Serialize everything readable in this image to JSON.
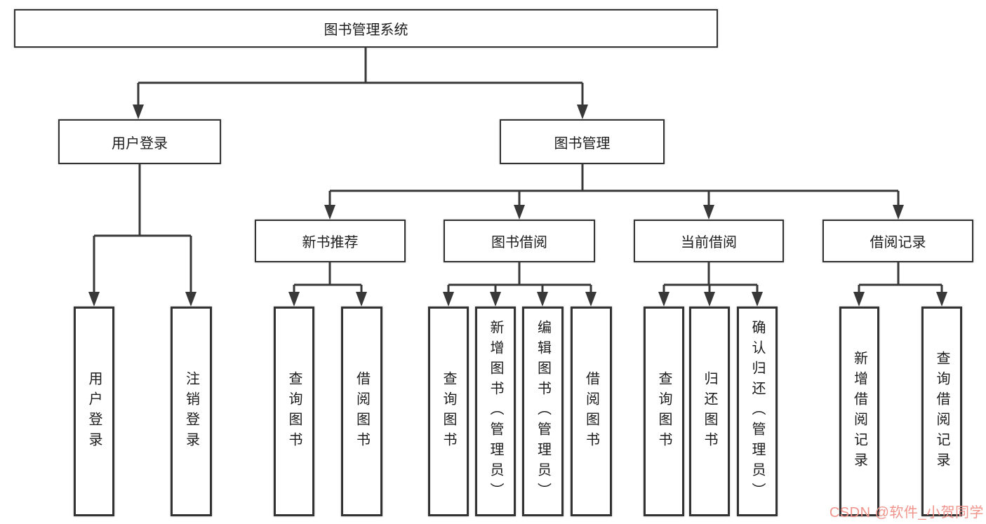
{
  "diagram": {
    "root": {
      "label": "图书管理系统"
    },
    "level2": [
      {
        "label": "用户登录"
      },
      {
        "label": "图书管理"
      }
    ],
    "level3": [
      {
        "label": "新书推荐"
      },
      {
        "label": "图书借阅"
      },
      {
        "label": "当前借阅"
      },
      {
        "label": "借阅记录"
      }
    ],
    "leaves": {
      "user": [
        {
          "label": "用户登录"
        },
        {
          "label": "注销登录"
        }
      ],
      "newbook": [
        {
          "label": "查询图书"
        },
        {
          "label": "借阅图书"
        }
      ],
      "borrow": [
        {
          "label": "查询图书"
        },
        {
          "label": "新增图书（管理员）"
        },
        {
          "label": "编辑图书（管理员）"
        },
        {
          "label": "借阅图书"
        }
      ],
      "current": [
        {
          "label": "查询图书"
        },
        {
          "label": "归还图书"
        },
        {
          "label": "确认归还（管理员）"
        }
      ],
      "record": [
        {
          "label": "新增借阅记录"
        },
        {
          "label": "查询借阅记录"
        }
      ]
    }
  },
  "watermark": {
    "text": "CSDN @软件_小贺同学",
    "color": "#f0948c"
  },
  "colors": {
    "line": "#383838",
    "box_border": "#333333",
    "box_bg": "#ffffff",
    "text": "#1c1c1c"
  }
}
